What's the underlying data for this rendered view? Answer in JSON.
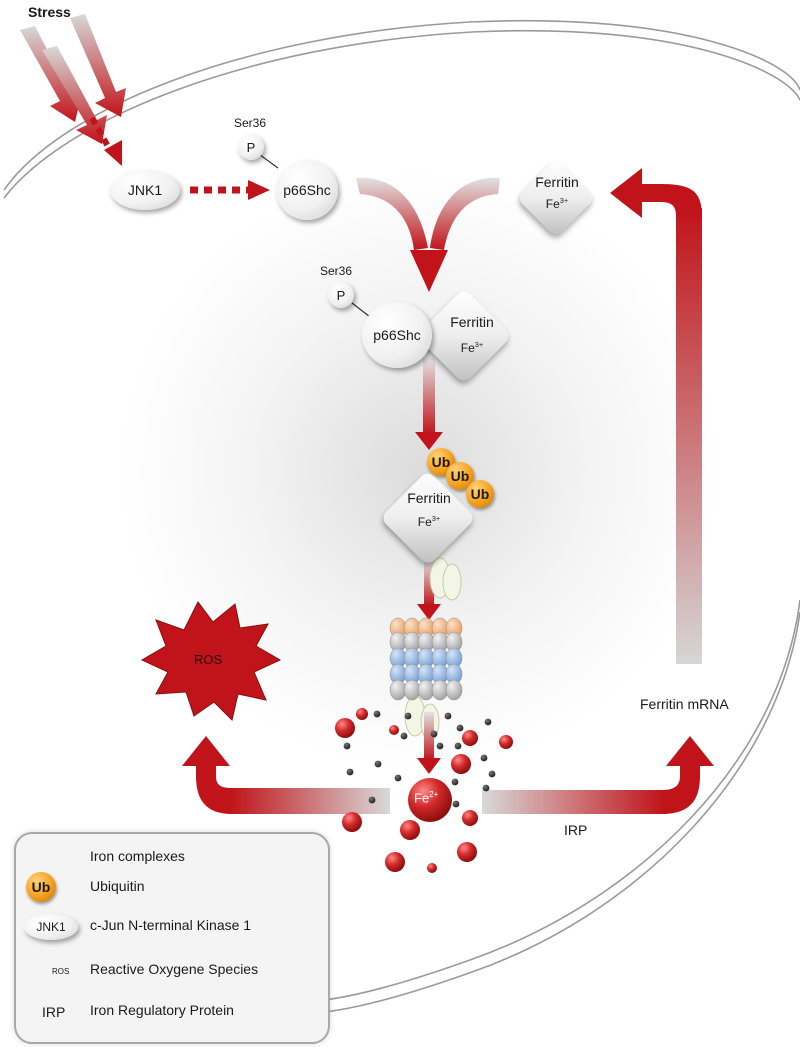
{
  "labels": {
    "stress": "Stress",
    "jnk1": "JNK1",
    "ser36": "Ser36",
    "phospho": "P",
    "p66shc": "p66Shc",
    "ferritin": "Ferritin",
    "fe3_base": "Fe",
    "fe3_sup": "3+",
    "fe2_base": "Fe",
    "fe2_sup": "2+",
    "ub": "Ub",
    "ros": "ROS",
    "ferritin_mrna": "Ferritin mRNA",
    "irp": "IRP"
  },
  "legend": {
    "iron_complexes": "Iron complexes",
    "ub_symbol": "Ub",
    "ubiquitin": "Ubiquitin",
    "jnk1_symbol": "JNK1",
    "jnk1_desc": "c-Jun N-terminal Kinase 1",
    "ros_symbol": "ROS",
    "ros_desc": "Reactive Oxygene Species",
    "irp_symbol": "IRP",
    "irp_desc": "Iron Regulatory Protein"
  },
  "colors": {
    "arrow_red": "#c0141a",
    "arrow_grey": "#d4d4d4",
    "ubiquitin_orange": "#f4a01c",
    "iron_red": "#d32a2a",
    "dot_dark": "#333333",
    "proteasome_blue": "#8fb4e0",
    "proteasome_orange": "#f0b98a"
  }
}
